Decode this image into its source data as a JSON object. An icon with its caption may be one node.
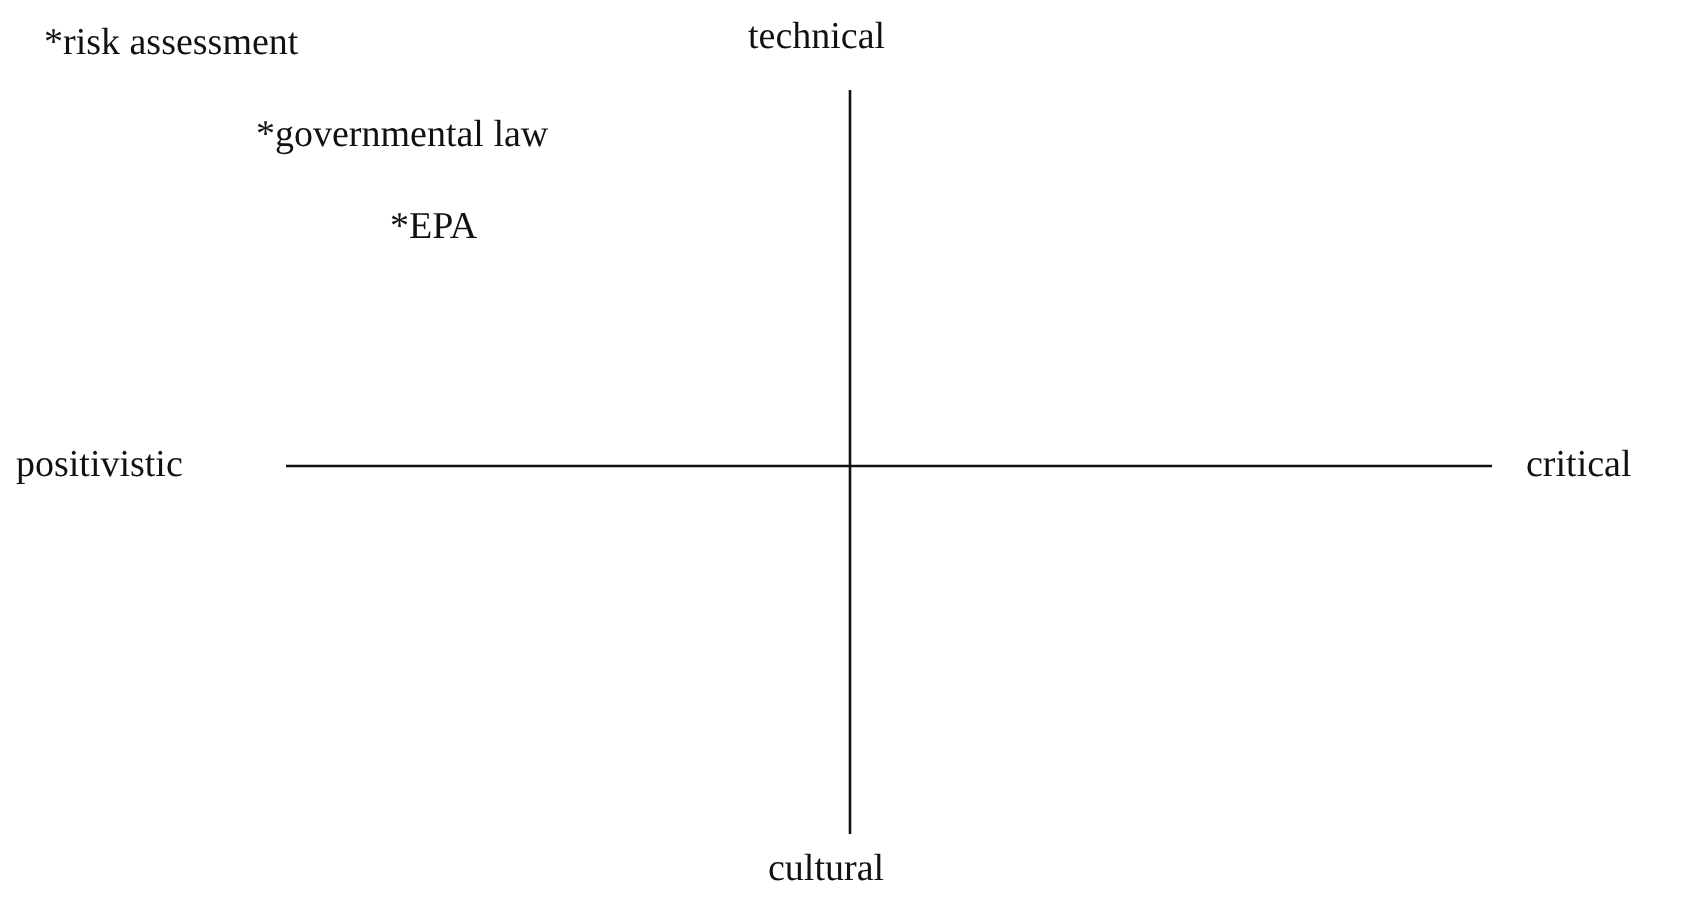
{
  "diagram": {
    "labels": [
      "technical",
      "*risk assessment",
      "*governmental law",
      "*EPA",
      "positivistic",
      "critical",
      "cultural"
    ]
  }
}
